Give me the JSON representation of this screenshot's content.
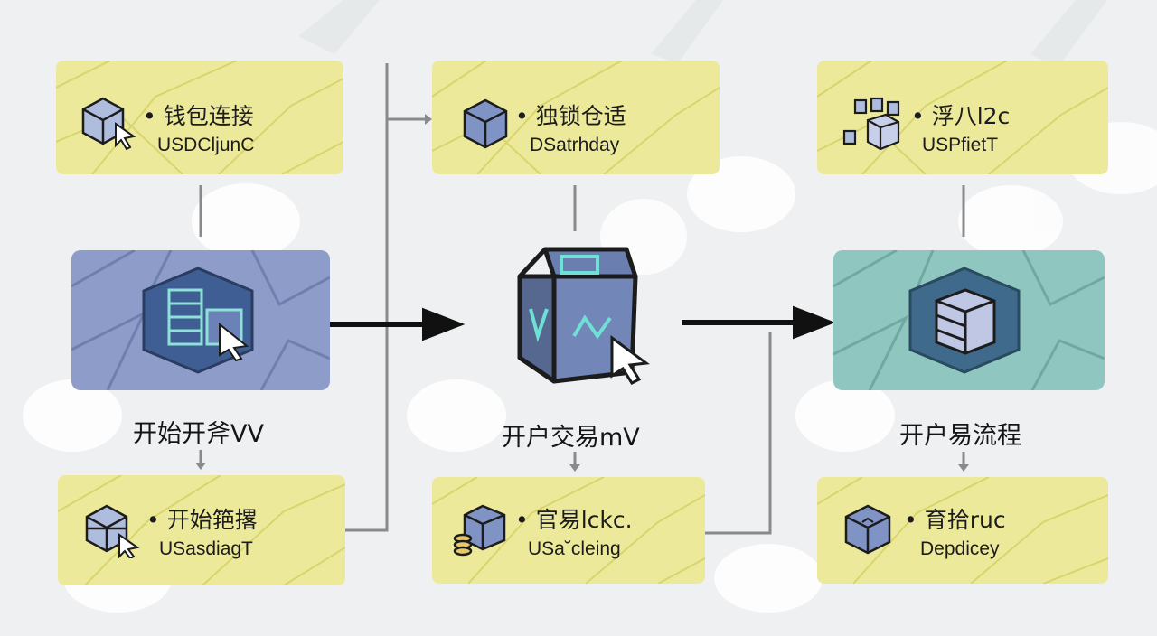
{
  "columns": [
    {
      "top_card": {
        "title": "• 钱包连接",
        "subtitle": "USDCljunC",
        "icon": "wallet-cube-cursor-icon"
      },
      "center": {
        "caption": "开始开斧VV",
        "icon": "server-cube-cursor-icon",
        "color": "#8e9cc9"
      },
      "bottom_card": {
        "title": "• 开始筢撂",
        "subtitle": "USasdiagT",
        "icon": "wallet-cube-cursor-icon"
      }
    },
    {
      "top_card": {
        "title": "• 独锁仓适",
        "subtitle": "DSatrhday",
        "icon": "cube-icon"
      },
      "center": {
        "caption": "开户交易mV",
        "icon": "cube-cursor-icon"
      },
      "bottom_card": {
        "title": "• 官易lckc.",
        "subtitle": "USa˘cleing",
        "icon": "coins-cube-icon"
      }
    },
    {
      "top_card": {
        "title": "• 浮八l2c",
        "subtitle": "USPfietT",
        "icon": "blocks-box-icon"
      },
      "center": {
        "caption": "开户易流程",
        "icon": "server-box-icon",
        "color": "#8fc7c0"
      },
      "bottom_card": {
        "title": "• 育拾ruc",
        "subtitle": "Depdicey",
        "icon": "cube-icon"
      }
    }
  ],
  "colors": {
    "card": "#ecea9a",
    "card_line": "#d8d56e",
    "arrow": "#111111",
    "connector": "#8a8a8a",
    "icon_blue": "#5f7ab0",
    "icon_teal": "#5fb9b0"
  }
}
